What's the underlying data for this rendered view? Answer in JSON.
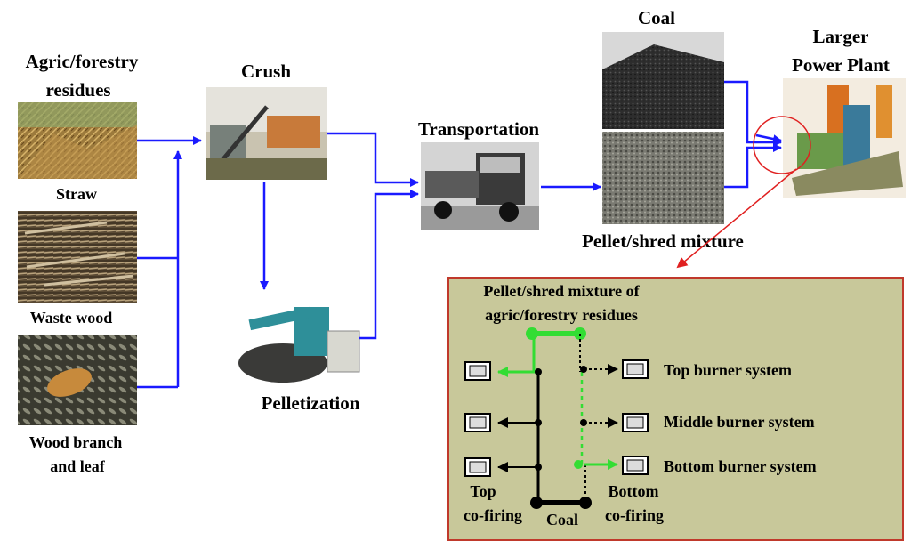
{
  "labels": {
    "agric_line1": "Agric/forestry",
    "agric_line2": "residues",
    "straw": "Straw",
    "waste_wood": "Waste wood",
    "wood_branch_line1": "Wood branch",
    "wood_branch_line2": "and leaf",
    "crush": "Crush",
    "pelletization": "Pelletization",
    "transportation": "Transportation",
    "coal": "Coal",
    "mixture": "Pellet/shred mixture",
    "plant_line1": "Larger",
    "plant_line2": "Power Plant"
  },
  "inset": {
    "title_line1": "Pellet/shred mixture of",
    "title_line2": "agric/forestry residues",
    "burners": [
      "Top burner system",
      "Middle burner system",
      "Bottom burner system"
    ],
    "top_cofiring_line1": "Top",
    "top_cofiring_line2": "co-firing",
    "bottom_cofiring_line1": "Bottom",
    "bottom_cofiring_line2": "co-firing",
    "coal": "Coal"
  },
  "colors": {
    "flow_arrow": "#1a1aff",
    "inset_bg": "#c8c89a",
    "inset_border": "#c0392b",
    "mixture_line": "#33dd33",
    "coal_line": "#000000",
    "zoom_circle": "#e02020"
  },
  "icons": [
    "straw-image",
    "waste-wood-image",
    "wood-branch-image",
    "crusher-image",
    "pellet-machine-image",
    "truck-image",
    "coal-pile-image",
    "pellet-mixture-image",
    "power-plant-image",
    "burner-icon"
  ]
}
